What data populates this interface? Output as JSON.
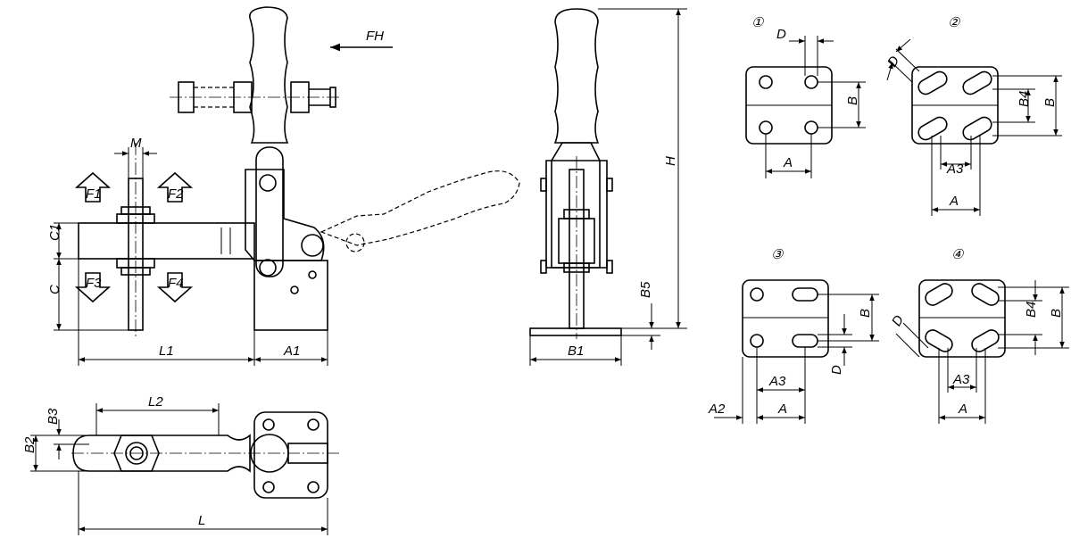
{
  "labels": {
    "FH": "FH",
    "M": "M",
    "F1": "F1",
    "F2": "F2",
    "F3": "F3",
    "F4": "F4",
    "C1": "C1",
    "C": "C",
    "L1": "L1",
    "A1": "A1",
    "H": "H",
    "B5": "B5",
    "B1": "B1",
    "L2": "L2",
    "B3": "B3",
    "B2": "B2",
    "L": "L",
    "A": "A",
    "B": "B",
    "D": "D",
    "A2": "A2",
    "A3": "A3",
    "B4": "B4"
  },
  "variants": {
    "v1": "①",
    "v2": "②",
    "v3": "③",
    "v4": "④"
  }
}
